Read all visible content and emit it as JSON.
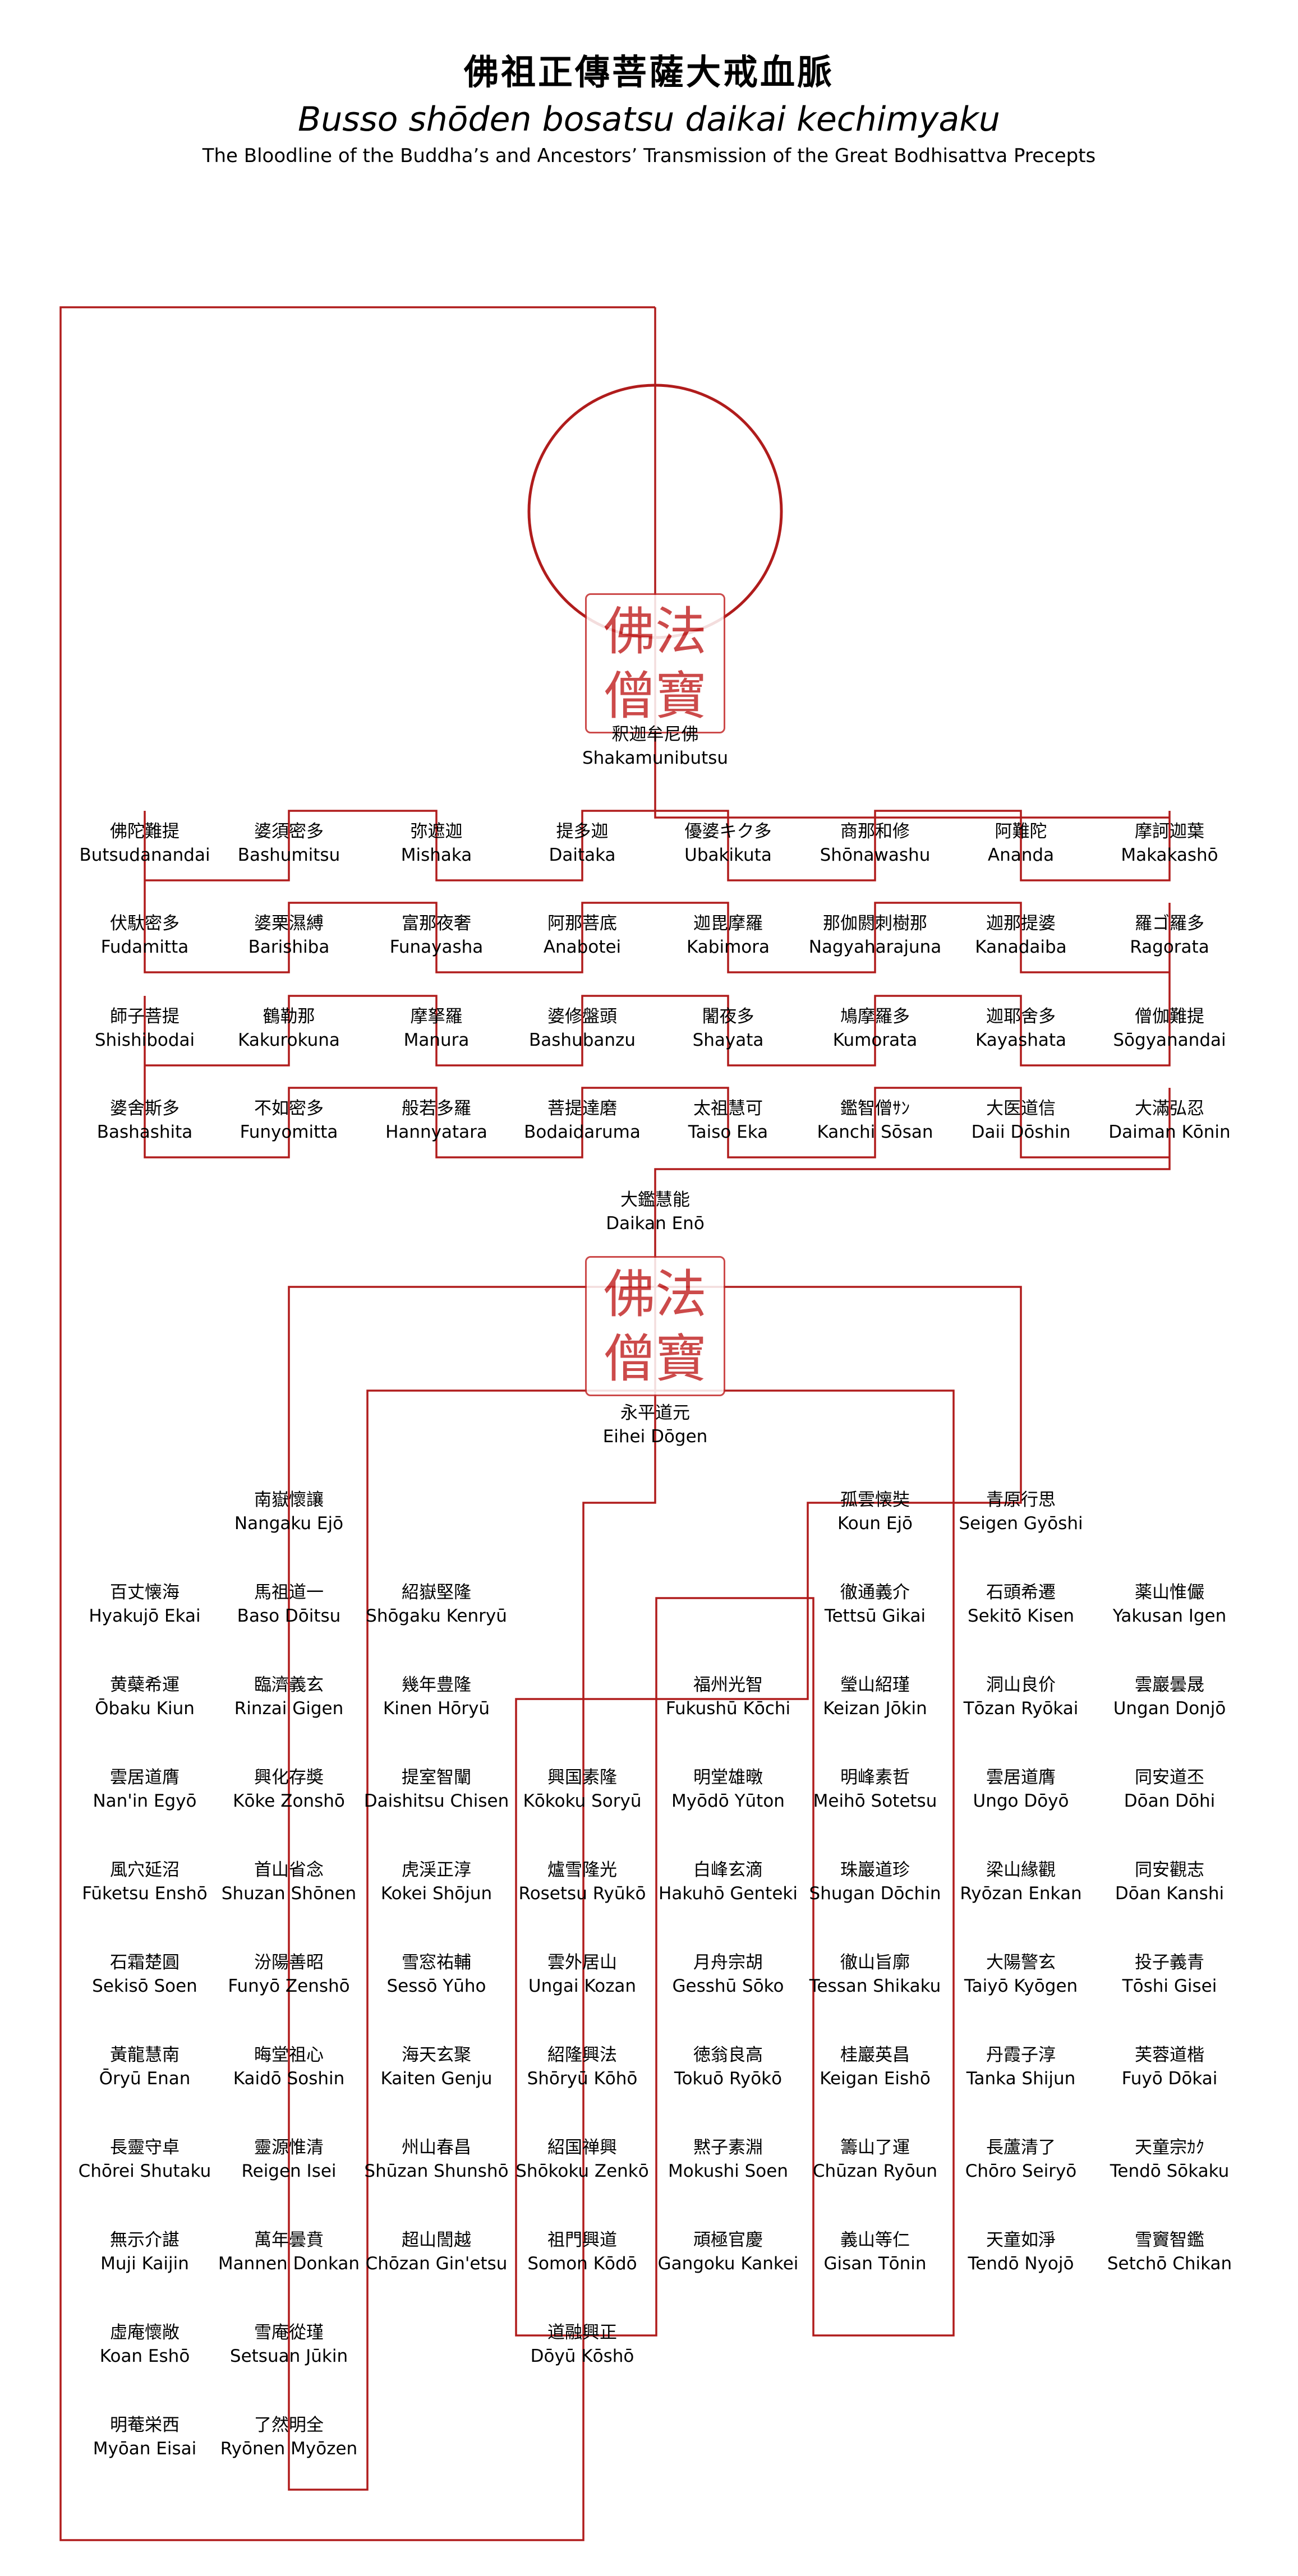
{
  "title": {
    "kanji": "佛祖正傳菩薩大戒血脈",
    "romaji": "Busso shōden bosatsu daikai kechimyaku",
    "english": "The Bloodline of the Buddha’s and Ancestors’ Transmission of the Great Bodhisattva Precepts"
  },
  "colors": {
    "line": "#b01c1c",
    "seal": "#c42b2b"
  },
  "seal_text": "佛法僧寶",
  "ancestors": [
    {
      "jp": "釈迦牟尼佛",
      "rm": "Shakamunibutsu"
    },
    {
      "jp": "摩訶迦葉",
      "rm": "Makakashō"
    },
    {
      "jp": "阿難陀",
      "rm": "Ananda"
    },
    {
      "jp": "商那和修",
      "rm": "Shōnawashu"
    },
    {
      "jp": "優婆キク多",
      "rm": "Ubakikuta"
    },
    {
      "jp": "提多迦",
      "rm": "Daitaka"
    },
    {
      "jp": "弥遮迦",
      "rm": "Mishaka"
    },
    {
      "jp": "婆須密多",
      "rm": "Bashumitsu"
    },
    {
      "jp": "佛陀難提",
      "rm": "Butsudanandai"
    },
    {
      "jp": "伏馱密多",
      "rm": "Fudamitta"
    },
    {
      "jp": "婆栗濕縛",
      "rm": "Barishiba"
    },
    {
      "jp": "富那夜奢",
      "rm": "Funayasha"
    },
    {
      "jp": "阿那菩底",
      "rm": "Anabotei"
    },
    {
      "jp": "迦毘摩羅",
      "rm": "Kabimora"
    },
    {
      "jp": "那伽閼刺樹那",
      "rm": "Nagyaharajuna"
    },
    {
      "jp": "迦那提婆",
      "rm": "Kanadaiba"
    },
    {
      "jp": "羅ゴ羅多",
      "rm": "Ragorata"
    },
    {
      "jp": "僧伽難提",
      "rm": "Sōgyanandai"
    },
    {
      "jp": "迦耶舍多",
      "rm": "Kayashata"
    },
    {
      "jp": "鳩摩羅多",
      "rm": "Kumorata"
    },
    {
      "jp": "闍夜多",
      "rm": "Shayata"
    },
    {
      "jp": "婆修盤頭",
      "rm": "Bashubanzu"
    },
    {
      "jp": "摩拏羅",
      "rm": "Manura"
    },
    {
      "jp": "鶴勒那",
      "rm": "Kakurokuna"
    },
    {
      "jp": "師子菩提",
      "rm": "Shishibodai"
    },
    {
      "jp": "婆舍斯多",
      "rm": "Bashashita"
    },
    {
      "jp": "不如密多",
      "rm": "Funyomitta"
    },
    {
      "jp": "般若多羅",
      "rm": "Hannyatara"
    },
    {
      "jp": "菩提達磨",
      "rm": "Bodaidaruma"
    },
    {
      "jp": "太祖慧可",
      "rm": "Taiso Eka"
    },
    {
      "jp": "鑑智僧ｻﾝ",
      "rm": "Kanchi Sōsan"
    },
    {
      "jp": "大医道信",
      "rm": "Daii Dōshin"
    },
    {
      "jp": "大滿弘忍",
      "rm": "Daiman Kōnin"
    },
    {
      "jp": "大鑑慧能",
      "rm": "Daikan Enō"
    },
    {
      "jp": "南嶽懷讓",
      "rm": "Nangaku Ejō"
    },
    {
      "jp": "馬祖道一",
      "rm": "Baso Dōitsu"
    },
    {
      "jp": "百丈懐海",
      "rm": "Hyakujō Ekai"
    },
    {
      "jp": "黄蘗希運",
      "rm": "Ōbaku Kiun"
    },
    {
      "jp": "臨濟義玄",
      "rm": "Rinzai Gigen"
    },
    {
      "jp": "興化存奬",
      "rm": "Kōke Zonshō"
    },
    {
      "jp": "雲居道膺",
      "rm": "Nan'in Egyō"
    },
    {
      "jp": "風穴延沼",
      "rm": "Fūketsu Enshō"
    },
    {
      "jp": "首山省念",
      "rm": "Shuzan Shōnen"
    },
    {
      "jp": "汾陽善昭",
      "rm": "Funyō Zenshō"
    },
    {
      "jp": "石霜楚圓",
      "rm": "Sekisō Soen"
    },
    {
      "jp": "黃龍慧南",
      "rm": "Ōryū Enan"
    },
    {
      "jp": "晦堂祖心",
      "rm": "Kaidō Soshin"
    },
    {
      "jp": "靈源惟清",
      "rm": "Reigen Isei"
    },
    {
      "jp": "長靈守卓",
      "rm": "Chōrei Shutaku"
    },
    {
      "jp": "無示介諶",
      "rm": "Muji Kaijin"
    },
    {
      "jp": "萬年曇賁",
      "rm": "Mannen Donkan"
    },
    {
      "jp": "雪庵從瑾",
      "rm": "Setsuan Jūkin"
    },
    {
      "jp": "虛庵懷敞",
      "rm": "Koan Eshō"
    },
    {
      "jp": "明菴栄西",
      "rm": "Myōan Eisai"
    },
    {
      "jp": "了然明全",
      "rm": "Ryōnen Myōzen"
    },
    {
      "jp": "青原行思",
      "rm": "Seigen Gyōshi"
    },
    {
      "jp": "石頭希遷",
      "rm": "Sekitō Kisen"
    },
    {
      "jp": "薬山惟儼",
      "rm": "Yakusan Igen"
    },
    {
      "jp": "雲巖曇晟",
      "rm": "Ungan Donjō"
    },
    {
      "jp": "洞山良价",
      "rm": "Tōzan Ryōkai"
    },
    {
      "jp": "雲居道膺",
      "rm": "Ungo Dōyō"
    },
    {
      "jp": "同安道丕",
      "rm": "Dōan Dōhi"
    },
    {
      "jp": "同安觀志",
      "rm": "Dōan Kanshi"
    },
    {
      "jp": "梁山緣觀",
      "rm": "Ryōzan Enkan"
    },
    {
      "jp": "大陽警玄",
      "rm": "Taiyō Kyōgen"
    },
    {
      "jp": "投子義青",
      "rm": "Tōshi Gisei"
    },
    {
      "jp": "芙蓉道楷",
      "rm": "Fuyō Dōkai"
    },
    {
      "jp": "丹霞子淳",
      "rm": "Tanka Shijun"
    },
    {
      "jp": "長蘆清了",
      "rm": "Chōro Seiryō"
    },
    {
      "jp": "天童宗ｶｸ",
      "rm": "Tendō Sōkaku"
    },
    {
      "jp": "雪竇智鑑",
      "rm": "Setchō Chikan"
    },
    {
      "jp": "天童如淨",
      "rm": "Tendō Nyojō"
    },
    {
      "jp": "永平道元",
      "rm": "Eihei Dōgen"
    },
    {
      "jp": "孤雲懐奘",
      "rm": "Koun Ejō"
    },
    {
      "jp": "徹通義介",
      "rm": "Tettsū Gikai"
    },
    {
      "jp": "瑩山紹瑾",
      "rm": "Keizan Jōkin"
    },
    {
      "jp": "明峰素哲",
      "rm": "Meihō Sotetsu"
    },
    {
      "jp": "珠巖道珍",
      "rm": "Shugan Dōchin"
    },
    {
      "jp": "徹山旨廓",
      "rm": "Tessan Shikaku"
    },
    {
      "jp": "桂巖英昌",
      "rm": "Keigan Eishō"
    },
    {
      "jp": "籌山了運",
      "rm": "Chūzan Ryōun"
    },
    {
      "jp": "義山等仁",
      "rm": "Gisan Tōnin"
    },
    {
      "jp": "頑極官慶",
      "rm": "Gangoku Kankei"
    },
    {
      "jp": "黙子素淵",
      "rm": "Mokushi Soen"
    },
    {
      "jp": "徳翁良高",
      "rm": "Tokuō Ryōkō"
    },
    {
      "jp": "月舟宗胡",
      "rm": "Gesshū Sōko"
    },
    {
      "jp": "白峰玄滴",
      "rm": "Hakuhō Genteki"
    },
    {
      "jp": "明堂雄暾",
      "rm": "Myōdō Yūton"
    },
    {
      "jp": "福州光智",
      "rm": "Fukushū Kōchi"
    },
    {
      "jp": "興国素隆",
      "rm": "Kōkoku Soryū"
    },
    {
      "jp": "爐雪隆光",
      "rm": "Rosetsu Ryūkō"
    },
    {
      "jp": "雲外居山",
      "rm": "Ungai Kozan"
    },
    {
      "jp": "紹隆興法",
      "rm": "Shōryū Kōhō"
    },
    {
      "jp": "紹国禅興",
      "rm": "Shōkoku Zenkō"
    },
    {
      "jp": "祖門興道",
      "rm": "Somon Kōdō"
    },
    {
      "jp": "道融興正",
      "rm": "Dōyū Kōshō"
    },
    {
      "jp": "超山誾越",
      "rm": "Chōzan Gin'etsu"
    },
    {
      "jp": "州山春昌",
      "rm": "Shūzan Shunshō"
    },
    {
      "jp": "海天玄聚",
      "rm": "Kaiten Genju"
    },
    {
      "jp": "雪窓祐輔",
      "rm": "Sessō Yūho"
    },
    {
      "jp": "虎渓正淳",
      "rm": "Kokei Shōjun"
    },
    {
      "jp": "提室智闡",
      "rm": "Daishitsu Chisen"
    },
    {
      "jp": "幾年豊隆",
      "rm": "Kinen Hōryū"
    },
    {
      "jp": "紹嶽堅隆",
      "rm": "Shōgaku Kenryū"
    }
  ]
}
